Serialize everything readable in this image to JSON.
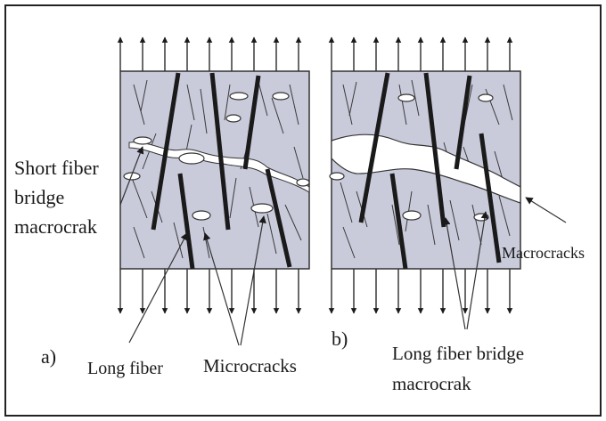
{
  "labels": {
    "panel_a": "a)",
    "panel_b": "b)",
    "short_fiber_line1": "Short fiber",
    "short_fiber_line2": "bridge",
    "short_fiber_line3": "macrocrak",
    "long_fiber": "Long fiber",
    "microcracks": "Microcracks",
    "macrocracks": "Macrocracks",
    "long_fiber_bridge_line1": "Long fiber bridge",
    "long_fiber_bridge_line2": "macrocrak"
  },
  "colors": {
    "specimen_fill": "#c9cbdb",
    "frame": "#222222",
    "fiber": "#1a1a1a",
    "crack_fill": "#ffffff"
  }
}
